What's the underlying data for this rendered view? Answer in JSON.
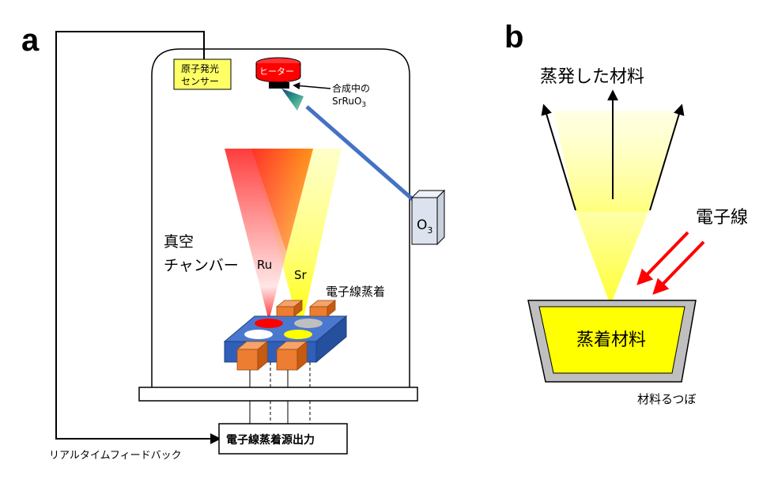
{
  "panel_a": {
    "letter": "a",
    "sensor_line1": "原子発光",
    "sensor_line2": "センサー",
    "heater": "ヒーター",
    "synth_line1": "合成中の",
    "synth_line2": "SrRuO",
    "synth_sub": "3",
    "ozone": "O",
    "ozone_sub": "3",
    "chamber_line1": "真空",
    "chamber_line2": "チャンバー",
    "beam_ru": "Ru",
    "beam_sr": "Sr",
    "ebeam_evap": "電子線蒸着",
    "power_source": "電子線蒸着源出力",
    "feedback": "リアルタイムフィードバック"
  },
  "panel_b": {
    "letter": "b",
    "evaporated": "蒸発した材料",
    "electron_beam": "電子線",
    "material": "蒸着材料",
    "crucible": "材料るつぼ"
  },
  "colors": {
    "beam_red": "#ff1a1a",
    "beam_yellow": "#ffff33",
    "hearth_blue": "#3366cc",
    "pocket_orange": "#ed7d31",
    "sensor_yellow": "#ffff66",
    "heater_red": "#ff0000",
    "crucible_gray": "#bfbfbf",
    "material_yellow": "#ffff00",
    "arrow_red": "#ff0000",
    "ozone_box": "#dde3ee"
  }
}
